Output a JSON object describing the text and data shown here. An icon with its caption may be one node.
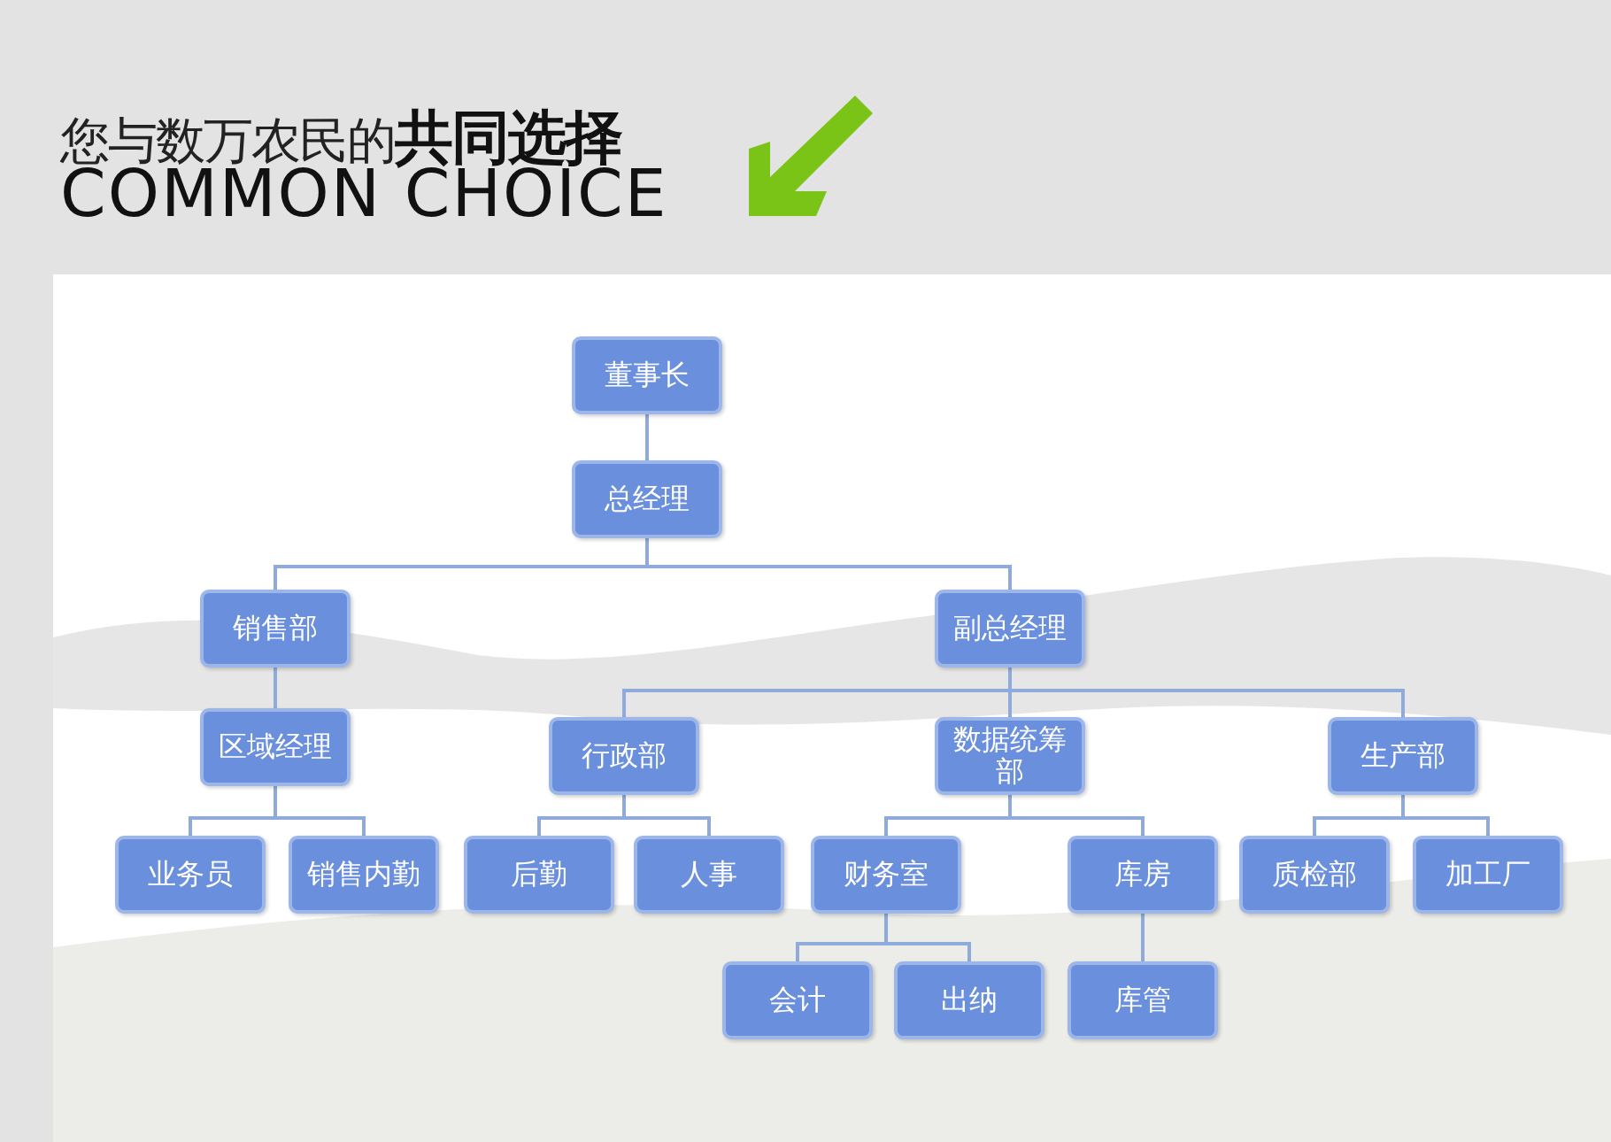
{
  "diagram": {
    "title": "您与数万农民的**共同选择**",
    "nodes": [
      {
        "text": [
          "董事长"
        ]
      },
      {
        "text": [
          "总经理"
        ]
      },
      {
        "text": [
          "销售部"
        ]
      },
      {
        "text": [
          "副总经理"
        ]
      },
      {
        "text": [
          "区域经理"
        ]
      },
      {
        "text": [
          "行政部"
        ]
      },
      {
        "text": [
          "数据统筹部"
        ]
      },
      {
        "text": [
          "生产部"
        ]
      },
      {
        "text": [
          "业务员"
        ]
      },
      {
        "text": [
          "销售内勤"
        ]
      },
      {
        "text": [
          "后勤"
        ]
      },
      {
        "text": [
          "人事"
        ]
      },
      {
        "text": [
          "财务室"
        ]
      },
      {
        "text": [
          "库房"
        ]
      },
      {
        "text": [
          "质检部"
        ]
      },
      {
        "text": [
          "加工厂"
        ]
      },
      {
        "text": [
          "会计"
        ]
      },
      {
        "text": [
          "出纳"
        ]
      },
      {
        "text": [
          "库管"
        ]
      }
    ],
    "edges": [
      {
        "from": 0,
        "to": 1,
        "arrow": "none"
      },
      {
        "from": 1,
        "to": 2,
        "arrow": "none"
      },
      {
        "from": 1,
        "to": 3,
        "arrow": "none"
      },
      {
        "from": 2,
        "to": 4,
        "arrow": "none"
      },
      {
        "from": 3,
        "to": 5,
        "arrow": "none"
      },
      {
        "from": 3,
        "to": 6,
        "arrow": "none"
      },
      {
        "from": 3,
        "to": 7,
        "arrow": "none"
      },
      {
        "from": 4,
        "to": 8,
        "arrow": "none"
      },
      {
        "from": 4,
        "to": 9,
        "arrow": "none"
      },
      {
        "from": 5,
        "to": 10,
        "arrow": "none"
      },
      {
        "from": 5,
        "to": 11,
        "arrow": "none"
      },
      {
        "from": 6,
        "to": 12,
        "arrow": "none"
      },
      {
        "from": 6,
        "to": 13,
        "arrow": "none"
      },
      {
        "from": 7,
        "to": 14,
        "arrow": "none"
      },
      {
        "from": 7,
        "to": 15,
        "arrow": "none"
      },
      {
        "from": 12,
        "to": 16,
        "arrow": "none"
      },
      {
        "from": 12,
        "to": 17,
        "arrow": "none"
      },
      {
        "from": 13,
        "to": 18,
        "arrow": "none"
      }
    ],
    "labels": [
      "COMMON CHOICE"
    ]
  }
}
